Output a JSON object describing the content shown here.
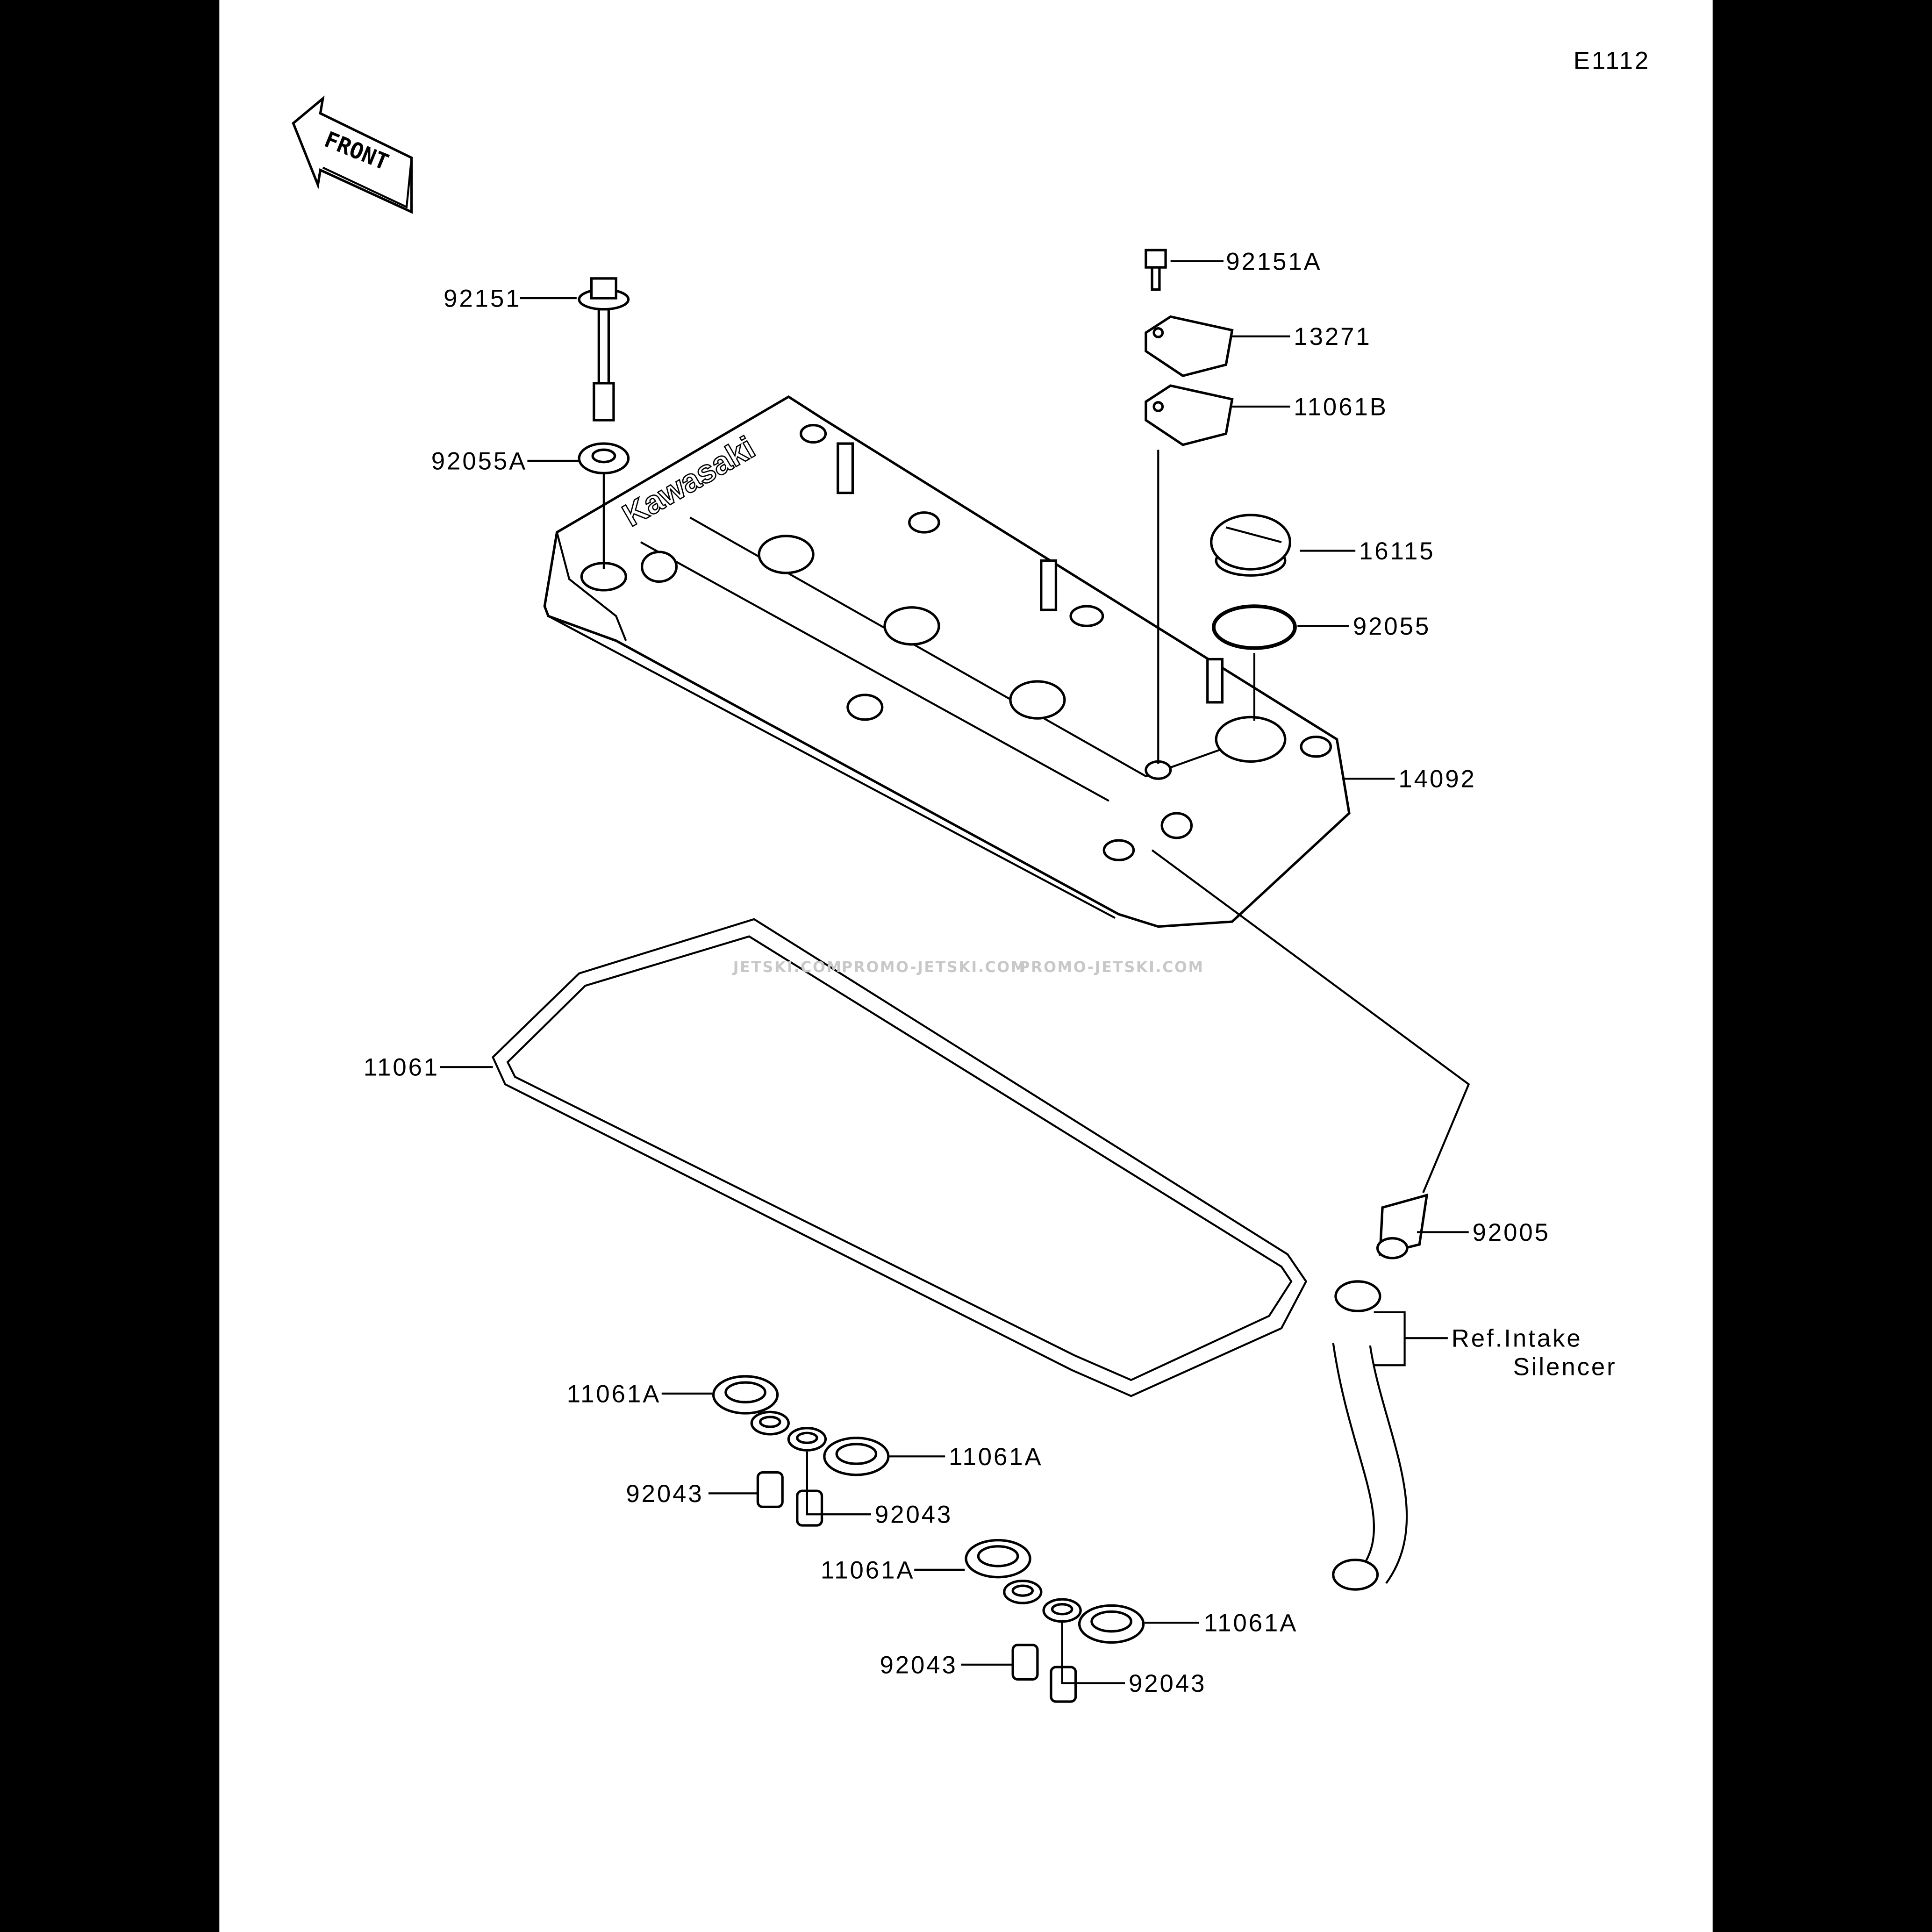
{
  "diagram_id": "E1112",
  "front_logo": "FRONT",
  "watermark": [
    "JETSKI.COM",
    "PROMO-JETSKI.COM",
    "PROMO-JETSKI.COM"
  ],
  "cover_brand": "Kawasaki",
  "parts": {
    "bolt_main": "92151",
    "washer": "92055A",
    "bolt_small": "92151A",
    "plate": "13271",
    "plate_gasket": "11061B",
    "filler_cap": "16115",
    "o_ring": "92055",
    "cylinder_head_cover": "14092",
    "cover_gasket": "11061",
    "hose_fitting": "92005",
    "ref_line1": "Ref.Intake",
    "ref_line2": "Silencer",
    "gasket_a1": "11061A",
    "gasket_a2": "11061A",
    "gasket_a3": "11061A",
    "gasket_a4": "11061A",
    "dowel_1": "92043",
    "dowel_2": "92043",
    "dowel_3": "92043",
    "dowel_4": "92043"
  }
}
